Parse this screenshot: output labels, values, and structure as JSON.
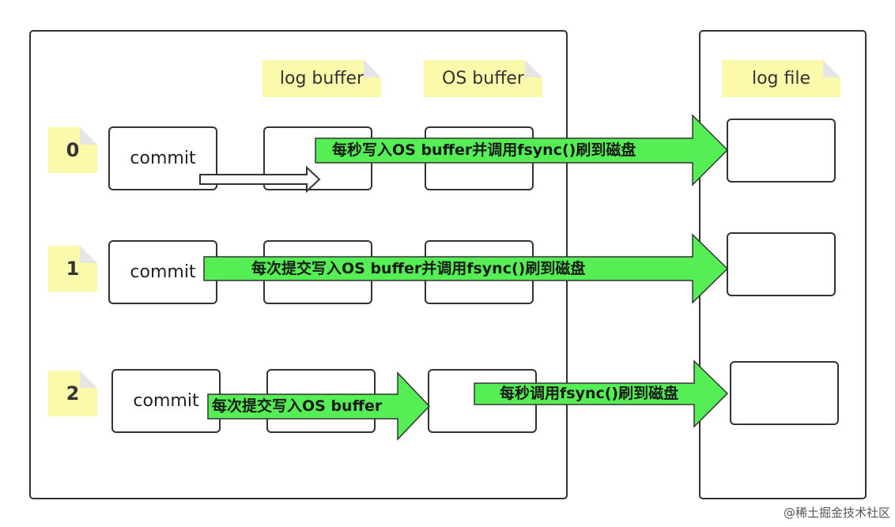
{
  "headers": {
    "log_buffer": "log buffer",
    "os_buffer": "OS buffer",
    "log_file": "log file"
  },
  "rows": [
    {
      "number": "0",
      "commit": "commit",
      "long_arrow": "每秒写入OS buffer并调用fsync()刷到磁盘"
    },
    {
      "number": "1",
      "commit": "commit",
      "long_arrow": "每次提交写入OS buffer并调用fsync()刷到磁盘"
    },
    {
      "number": "2",
      "commit": "commit",
      "mid_arrow": "每次提交写入OS buffer",
      "right_arrow": "每秒调用fsync()刷到磁盘"
    }
  ],
  "watermark": "@稀土掘金技术社区",
  "colors": {
    "arrow_fill": "#55ee55",
    "note_fill": "#fafaaa",
    "border": "#333333"
  }
}
